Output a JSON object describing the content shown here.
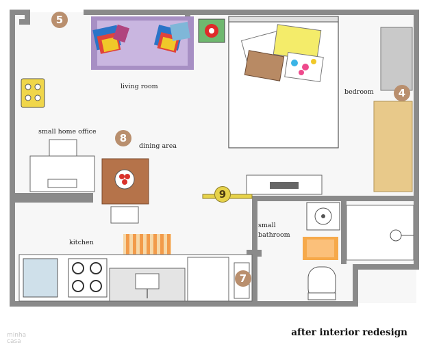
{
  "title": "after interior redesign",
  "watermark": [
    "minha",
    "casa"
  ],
  "rooms": {
    "living_room": "living room",
    "bedroom": "bedroom",
    "office": "small home office",
    "dining": "dining area",
    "kitchen": "kitchen",
    "bathroom_line1": "small",
    "bathroom_line2": "bathroom"
  },
  "markers": {
    "m4": "4",
    "m5": "5",
    "m7": "7",
    "m8": "8",
    "m9": "9"
  },
  "colors": {
    "wall": "#8a8a8a",
    "floor": "#f7f7f7",
    "marker": "#b98f6e",
    "marker_yellow": "#e6d24a",
    "sofa": "#a78fc4",
    "wardrobe": "#e8c98a",
    "table": "#b5734a"
  }
}
